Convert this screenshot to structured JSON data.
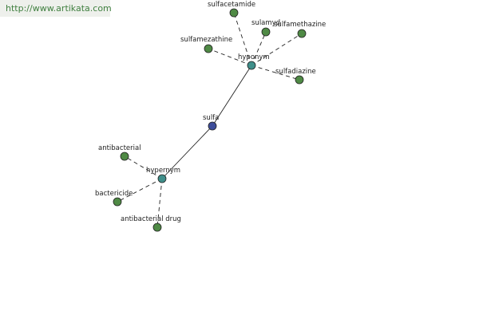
{
  "site": {
    "url": "http://www.artikata.com"
  },
  "colors": {
    "center_node": "#3d4d9a",
    "hub_node": "#3f8f8a",
    "leaf_node": "#4f8a45",
    "edge": "#222222"
  },
  "graph": {
    "center": {
      "label": "sulfa"
    },
    "hubs": [
      {
        "id": "hub-top",
        "label": "hyponym"
      },
      {
        "id": "hub-bottom",
        "label": "hypernym"
      }
    ],
    "leaves": [
      {
        "id": "sulfacetamide",
        "label": "sulfacetamide",
        "hub": "hub-top"
      },
      {
        "id": "sulamyd",
        "label": "sulamyd",
        "hub": "hub-top"
      },
      {
        "id": "sulfamethazine",
        "label": "sulfamethazine",
        "hub": "hub-top"
      },
      {
        "id": "sulfamezathine",
        "label": "sulfamezathine",
        "hub": "hub-top"
      },
      {
        "id": "sulfadiazine",
        "label": "sulfadiazine",
        "hub": "hub-top"
      },
      {
        "id": "antibacterial",
        "label": "antibacterial",
        "hub": "hub-bottom"
      },
      {
        "id": "bactericide",
        "label": "bactericide",
        "hub": "hub-bottom"
      },
      {
        "id": "antibacterial-drug",
        "label": "antibacterial drug",
        "hub": "hub-bottom"
      }
    ]
  }
}
